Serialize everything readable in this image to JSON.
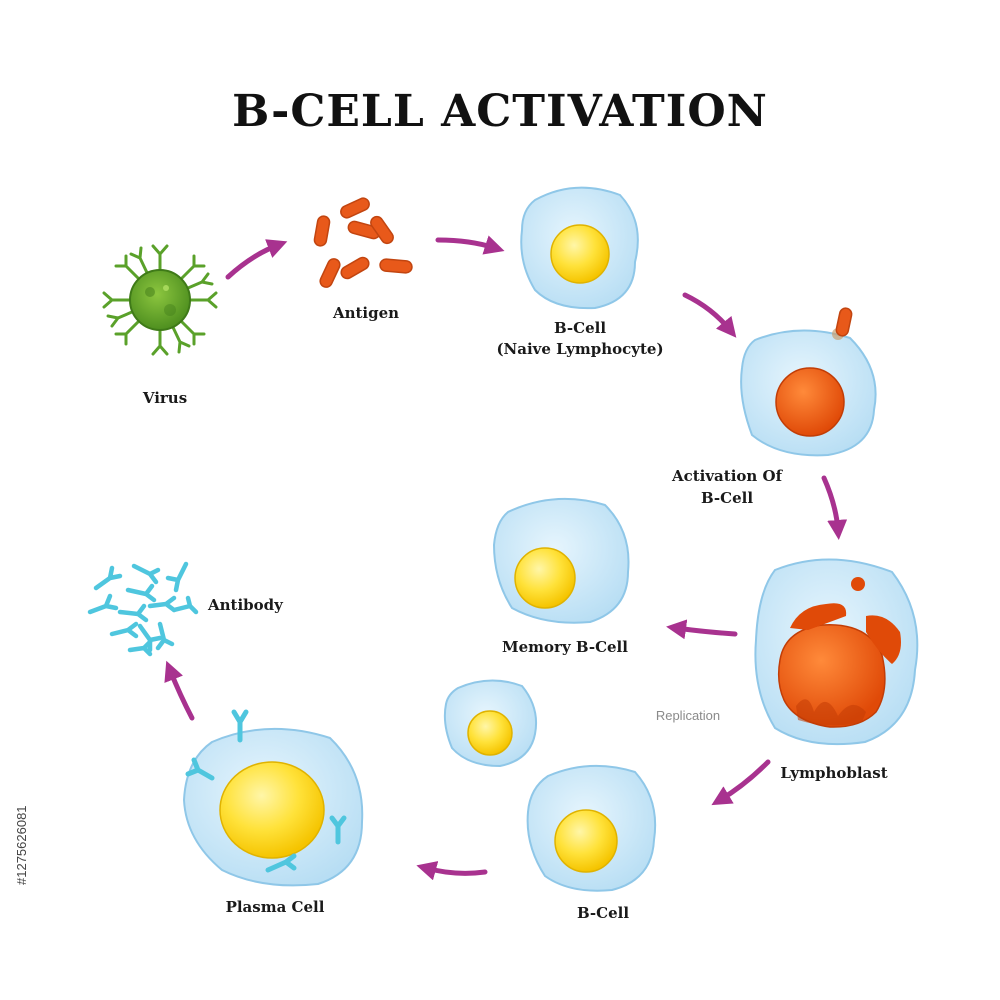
{
  "title": "B-CELL ACTIVATION",
  "labels": {
    "virus": "Virus",
    "antigen": "Antigen",
    "bcell_naive_line1": "B-Cell",
    "bcell_naive_line2": "(Naive Lymphocyte)",
    "activation_line1": "Activation Of",
    "activation_line2": "B-Cell",
    "lymphoblast": "Lymphoblast",
    "memory": "Memory B-Cell",
    "replication": "Replication",
    "bcell": "B-Cell",
    "plasma": "Plasma Cell",
    "antibody": "Antibody"
  },
  "watermark_id": "#1275626081",
  "colors": {
    "arrow": "#a8328f",
    "cell_body": "#c9e6f7",
    "cell_edge": "#8fc7e8",
    "nucleus_yellow": "#ffe23a",
    "nucleus_orange": "#f0560f",
    "virus_green": "#6ab02b",
    "antibody_cyan": "#4fc6de",
    "antigen_orange": "#e8591a"
  }
}
